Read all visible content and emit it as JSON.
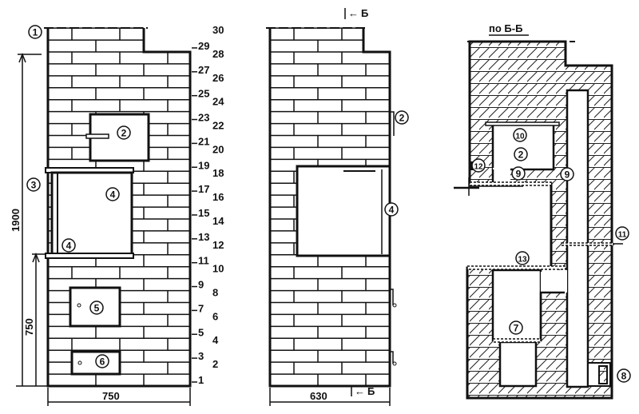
{
  "drawing": {
    "section_title": "по Б-Б",
    "section_mark": "Б",
    "section_arrow_glyph": "←",
    "dimensions": {
      "front_total_height": "1900",
      "front_lower_height": "750",
      "front_width": "750",
      "side_width": "630"
    },
    "course_numbers": [
      "1",
      "2",
      "3",
      "4",
      "5",
      "6",
      "7",
      "8",
      "9",
      "10",
      "11",
      "12",
      "13",
      "14",
      "15",
      "16",
      "17",
      "18",
      "19",
      "20",
      "21",
      "22",
      "23",
      "24",
      "25",
      "26",
      "27",
      "28",
      "29",
      "30"
    ],
    "callouts": {
      "front": [
        "1",
        "2",
        "3",
        "4",
        "4",
        "5",
        "6"
      ],
      "side": [
        "2",
        "4"
      ],
      "section": [
        "10",
        "2",
        "9",
        "9",
        "12",
        "11",
        "13",
        "7",
        "8"
      ]
    }
  }
}
